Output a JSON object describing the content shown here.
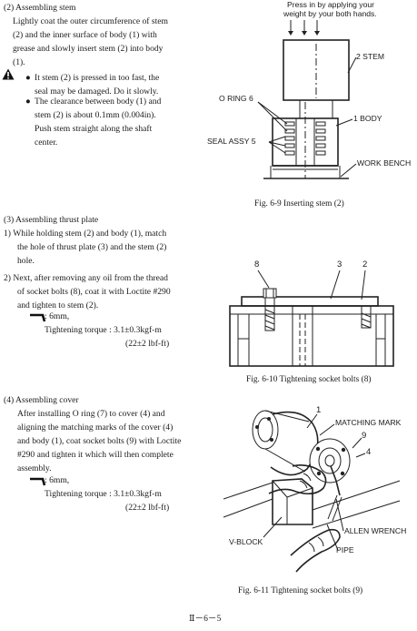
{
  "section2": {
    "heading": "(2)  Assembling stem",
    "lines": [
      "Lightly coat the outer circumference of stem",
      "(2)  and  the  inner  surface  of  body  (1)  with",
      "grease and slowly insert stem (2) into body",
      "(1)."
    ],
    "bullets": [
      [
        "It stem (2) is pressed in too fast, the",
        "seal may be damaged. Do it slowly."
      ],
      [
        "The clearance between body (1) and",
        "stem  (2)  is  about  0.1mm  (0.004in).",
        "Push  stem  straight  along  the  shaft",
        "center."
      ]
    ]
  },
  "fig9": {
    "press_note": [
      "Press in by applying your",
      "weight by your both hands."
    ],
    "labels": {
      "stem": "2 STEM",
      "oring": "O RING 6",
      "body": "1 BODY",
      "seal": "SEAL ASSY 5",
      "bench": "WORK BENCH"
    },
    "caption": "Fig. 6-9  Inserting stem (2)"
  },
  "section3": {
    "heading": "(3)  Assembling thrust plate",
    "step1": [
      "1)  While holding stem (2) and body (1), match",
      "the hole of thrust plate (3) and the stem (2)",
      "hole."
    ],
    "step2": [
      "2)  Next, after removing any oil from the thread",
      "of socket bolts (8), coat it with Loctite #290",
      "and tighten to stem (2)."
    ],
    "tool": ": 6mm,",
    "torque": "Tightening torque : 3.1±0.3kgf-m",
    "torque_imperial": "(22±2 lbf-ft)"
  },
  "fig10": {
    "labels": {
      "bolt": "8",
      "plate": "3",
      "stem": "2"
    },
    "caption": "Fig. 6-10  Tightening socket bolts (8)"
  },
  "section4": {
    "heading": "(4)  Assembling cover",
    "lines": [
      "After installing O ring (7) to cover (4) and",
      "aligning the matching marks of the cover (4)",
      "and body (1), coat socket bolts (9) with Loctite",
      "#290 and tighten it which will then complete",
      "assembly."
    ],
    "tool": ": 6mm,",
    "torque": "Tightening torque : 3.1±0.3kgf-m",
    "torque_imperial": "(22±2 lbf-ft)"
  },
  "fig11": {
    "labels": {
      "body": "1",
      "mark": "MATCHING MARK",
      "bolt": "9",
      "cover": "4",
      "wrench": "ALLEN WRENCH",
      "vblock": "V-BLOCK",
      "pipe": "PIPE"
    },
    "caption": "Fig. 6-11  Tightening socket bolts (9)"
  },
  "page_number": "Ⅱ－6－5"
}
